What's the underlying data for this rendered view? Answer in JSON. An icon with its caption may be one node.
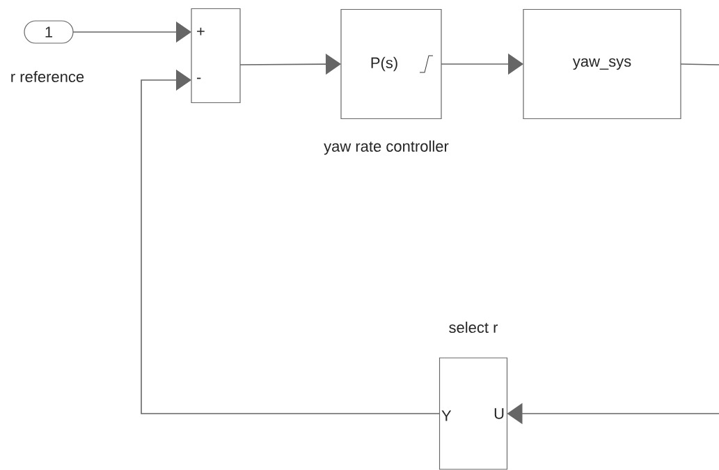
{
  "diagram": {
    "nodes": [
      {
        "text": [
          "1"
        ],
        "beside": [
          "r reference"
        ]
      },
      {
        "text": [
          "+",
          "-"
        ]
      },
      {
        "text": [
          "P(s)"
        ],
        "beside": [
          "yaw rate controller"
        ]
      },
      {
        "text": [
          "yaw_sys"
        ]
      },
      {
        "text": [
          "Y",
          "U"
        ],
        "beside": [
          "select r"
        ]
      }
    ],
    "edges": [
      {
        "from": 0,
        "to": 1,
        "arrow": "to"
      },
      {
        "from": 4,
        "to": 1,
        "arrow": "to"
      },
      {
        "from": 1,
        "to": 2,
        "arrow": "to"
      },
      {
        "from": 2,
        "to": 3,
        "arrow": "to"
      },
      {
        "from": 3,
        "to": null,
        "arrow": "none"
      },
      {
        "from": null,
        "to": 4,
        "arrow": "to"
      }
    ]
  }
}
